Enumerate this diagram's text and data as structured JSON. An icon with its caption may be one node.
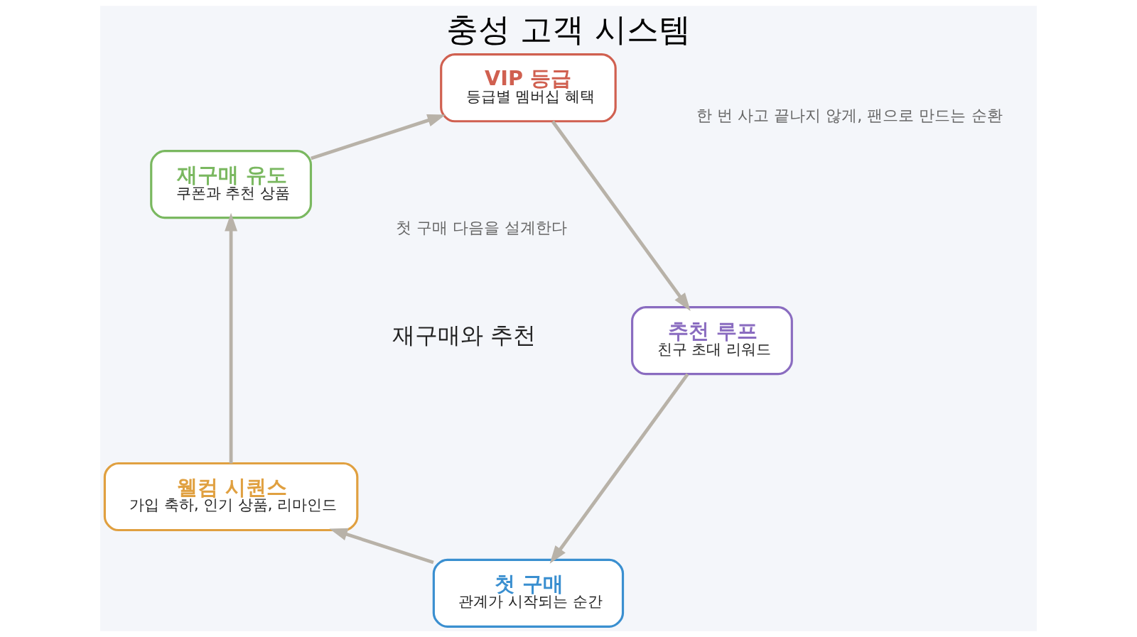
{
  "diagram": {
    "title": "충성 고객 시스템",
    "nodes": [
      {
        "text": [
          "첫 구매",
          "관계가 시작되는 순간"
        ]
      },
      {
        "text": [
          "웰컴 시퀀스",
          "가입 축하, 인기 상품, 리마인드"
        ]
      },
      {
        "text": [
          "재구매 유도",
          "쿠폰과 추천 상품"
        ]
      },
      {
        "text": [
          "VIP 등급",
          "등급별 멤버십 혜택"
        ]
      },
      {
        "text": [
          "추천 루프",
          "친구 초대 리워드"
        ]
      }
    ],
    "edges": [
      {
        "from": 0,
        "to": 1,
        "arrow": "to"
      },
      {
        "from": 1,
        "to": 2,
        "arrow": "to"
      },
      {
        "from": 2,
        "to": 3,
        "arrow": "to"
      },
      {
        "from": 3,
        "to": 4,
        "arrow": "to"
      },
      {
        "from": 4,
        "to": 0,
        "arrow": "to"
      }
    ],
    "labels": [
      "한 번 사고 끝나지 않게, 팬으로 만드는 순환",
      "재구매와 추천",
      "첫 구매 다음을 설계한다"
    ]
  }
}
